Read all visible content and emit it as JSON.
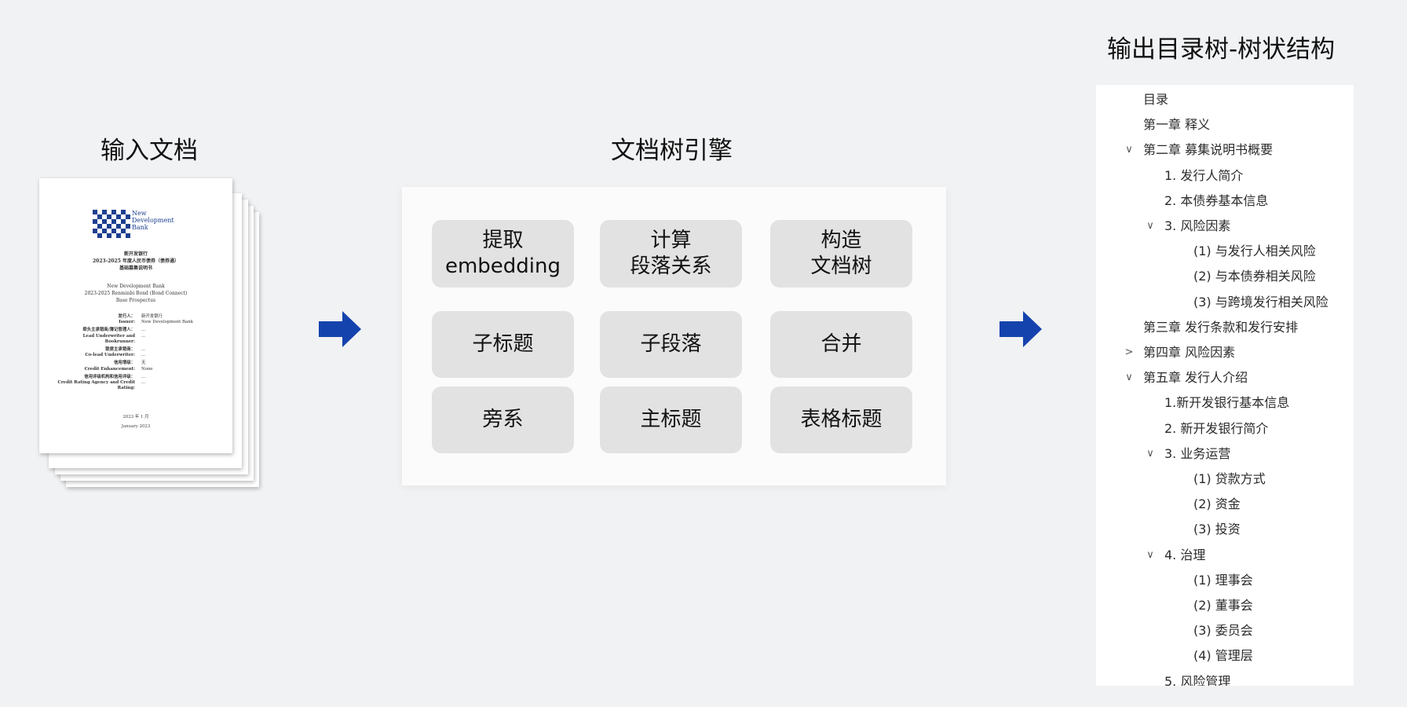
{
  "headings": {
    "input": "输入文档",
    "engine": "文档树引擎",
    "output": "输出目录树-树状结构"
  },
  "document": {
    "logo_name": "New\nDevelopment\nBank",
    "cn_title": [
      "新开发银行",
      "2023-2025 年度人民币债券（债券通）",
      "基础募集说明书"
    ],
    "en_title": [
      "New Development Bank",
      "2023-2025 Renminbi Bond (Bond Connect)",
      "Base Prospectus"
    ],
    "fields": [
      {
        "label": "发行人：",
        "value": "新开发银行"
      },
      {
        "label": "Issuer:",
        "value": "New Development Bank"
      },
      {
        "label": "牵头主承销商/簿记管理人：",
        "value": "..."
      },
      {
        "label": "Lead Underwriter and Bookrunner:",
        "value": "..."
      },
      {
        "label": "联席主承销商：",
        "value": "..."
      },
      {
        "label": "Co-lead Underwriter:",
        "value": "..."
      },
      {
        "label": "信用增级：",
        "value": "无"
      },
      {
        "label": "Credit Enhancement:",
        "value": "None"
      },
      {
        "label": "信用评级机构和信用评级：",
        "value": "..."
      },
      {
        "label": "Credit Rating Agency and Credit Rating:",
        "value": "..."
      }
    ],
    "date_cn": "2023 年 1 月",
    "date_en": "January 2023"
  },
  "engine_boxes": [
    "提取\nembedding",
    "计算\n段落关系",
    "构造\n文档树",
    "子标题",
    "子段落",
    "合并",
    "旁系",
    "主标题",
    "表格标题"
  ],
  "tree": [
    {
      "label": "目录",
      "level": 0,
      "chevron": ""
    },
    {
      "label": "第一章 释义",
      "level": 0,
      "chevron": ""
    },
    {
      "label": "第二章 募集说明书概要",
      "level": 0,
      "chevron": "v"
    },
    {
      "label": "1.  发行人简介",
      "level": 1,
      "chevron": ""
    },
    {
      "label": "2.  本债券基本信息",
      "level": 1,
      "chevron": ""
    },
    {
      "label": "3.  风险因素",
      "level": 1,
      "chevron": "v"
    },
    {
      "label": "(1)  与发行人相关风险",
      "level": 2,
      "chevron": ""
    },
    {
      "label": "(2)  与本债券相关风险",
      "level": 2,
      "chevron": ""
    },
    {
      "label": "(3)  与跨境发行相关风险",
      "level": 2,
      "chevron": ""
    },
    {
      "label": "第三章 发行条款和发行安排",
      "level": 0,
      "chevron": ""
    },
    {
      "label": "第四章 风险因素",
      "level": 0,
      "chevron": ">"
    },
    {
      "label": "第五章 发行人介绍",
      "level": 0,
      "chevron": "v"
    },
    {
      "label": "1.新开发银行基本信息",
      "level": 1,
      "chevron": ""
    },
    {
      "label": "2.  新开发银行简介",
      "level": 1,
      "chevron": ""
    },
    {
      "label": "3.  业务运营",
      "level": 1,
      "chevron": "v"
    },
    {
      "label": "(1)  贷款方式",
      "level": 2,
      "chevron": ""
    },
    {
      "label": "(2)  资金",
      "level": 2,
      "chevron": ""
    },
    {
      "label": "(3)  投资",
      "level": 2,
      "chevron": ""
    },
    {
      "label": "4.  治理",
      "level": 1,
      "chevron": "v"
    },
    {
      "label": "(1)  理事会",
      "level": 2,
      "chevron": ""
    },
    {
      "label": "(2)  董事会",
      "level": 2,
      "chevron": ""
    },
    {
      "label": "(3)  委员会",
      "level": 2,
      "chevron": ""
    },
    {
      "label": "(4)  管理层",
      "level": 2,
      "chevron": ""
    },
    {
      "label": "5.  风险管理",
      "level": 1,
      "chevron": ""
    }
  ],
  "colors": {
    "arrow": "#1543ad",
    "logo": "#1c3f8f",
    "box": "#e2e2e2"
  }
}
